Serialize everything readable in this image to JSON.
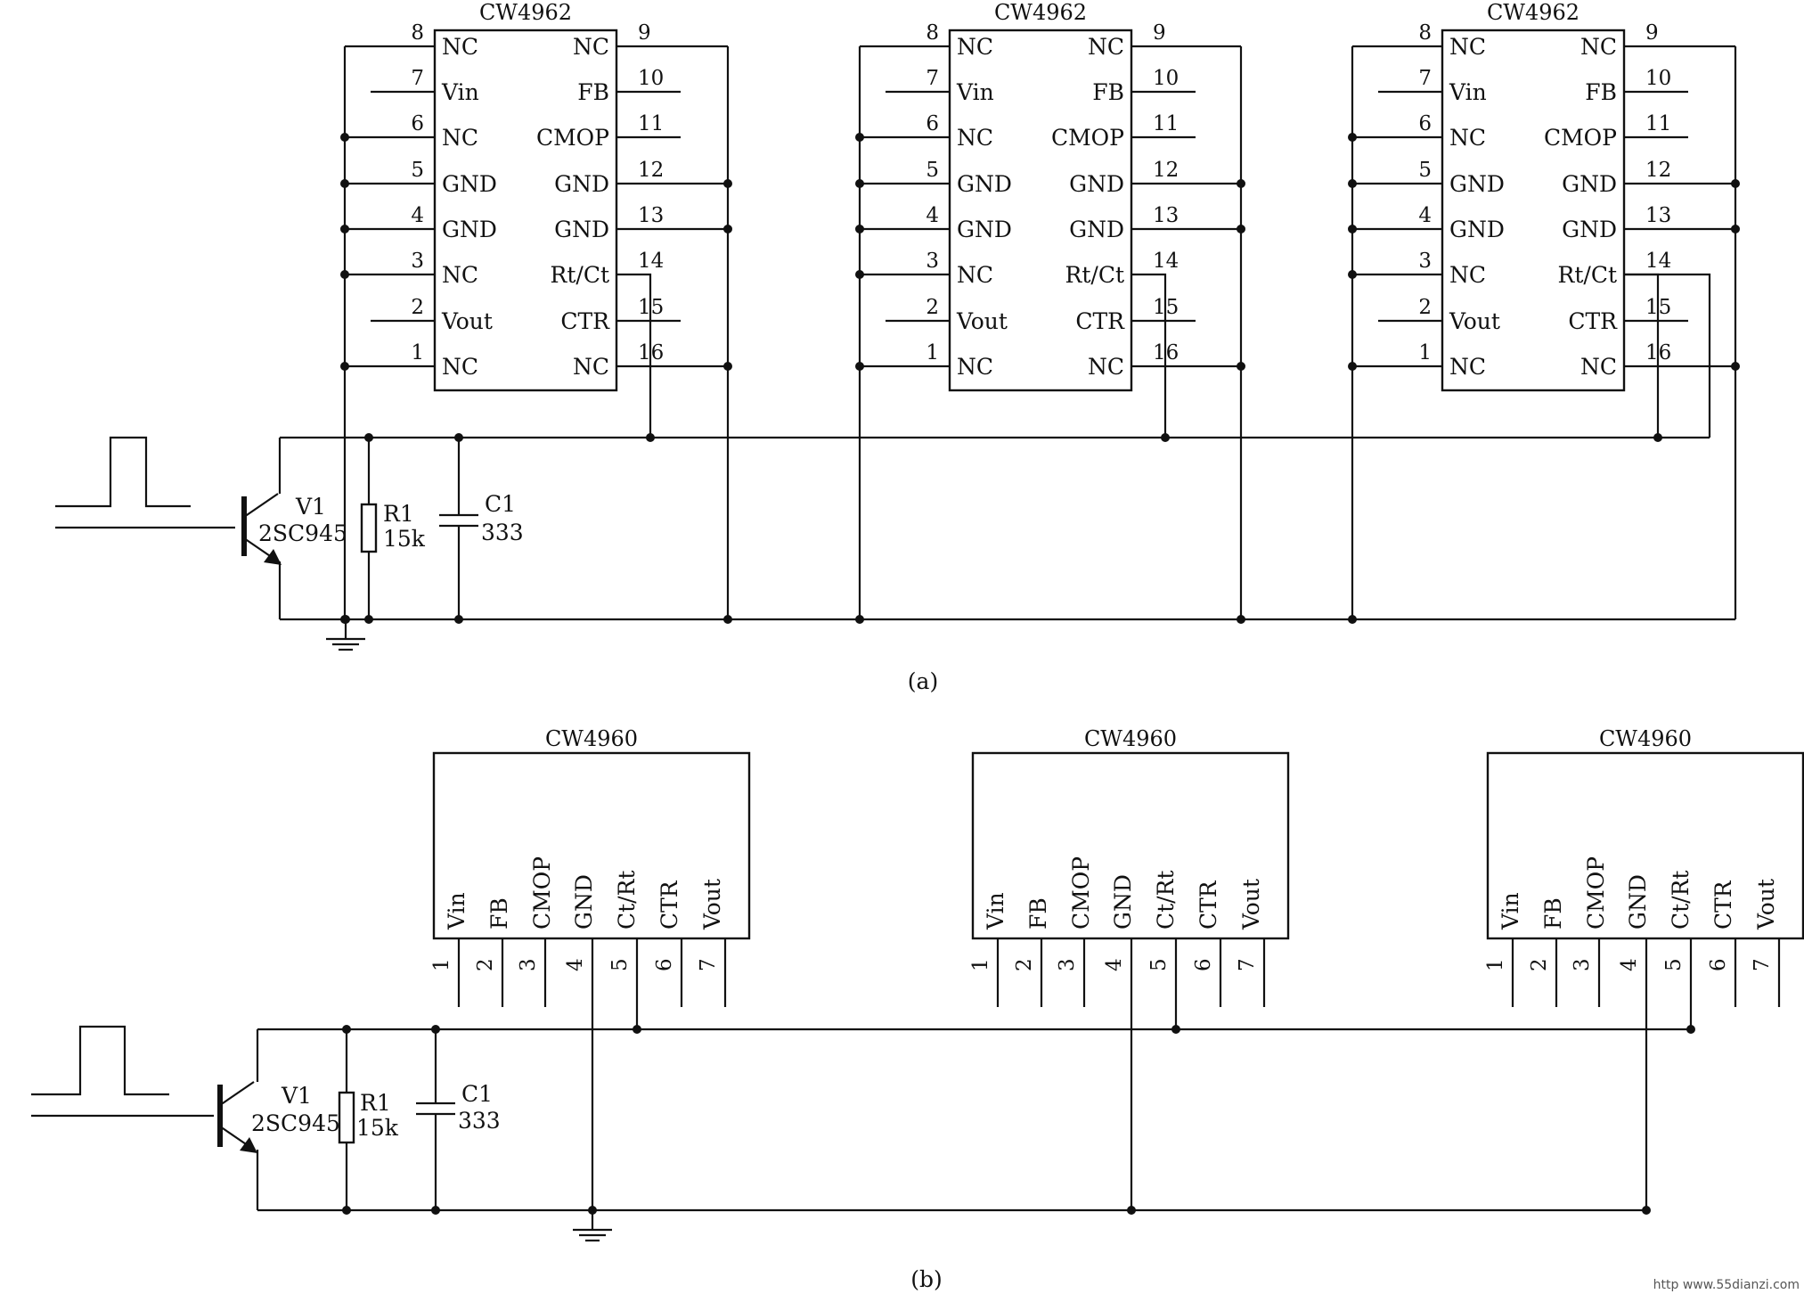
{
  "diagram_a": {
    "caption": "(a)",
    "chip_name": "CW4962",
    "left_pins": [
      {
        "num": "8",
        "name": "NC"
      },
      {
        "num": "7",
        "name": "Vin"
      },
      {
        "num": "6",
        "name": "NC"
      },
      {
        "num": "5",
        "name": "GND"
      },
      {
        "num": "4",
        "name": "GND"
      },
      {
        "num": "3",
        "name": "NC"
      },
      {
        "num": "2",
        "name": "Vout"
      },
      {
        "num": "1",
        "name": "NC"
      }
    ],
    "right_pins": [
      {
        "num": "9",
        "name": "NC"
      },
      {
        "num": "10",
        "name": "FB"
      },
      {
        "num": "11",
        "name": "CMOP"
      },
      {
        "num": "12",
        "name": "GND"
      },
      {
        "num": "13",
        "name": "GND"
      },
      {
        "num": "14",
        "name": "Rt/Ct"
      },
      {
        "num": "15",
        "name": "CTR"
      },
      {
        "num": "16",
        "name": "NC"
      }
    ],
    "transistor": {
      "name": "V1",
      "type": "2SC945"
    },
    "resistor": {
      "name": "R1",
      "value": "15k"
    },
    "capacitor": {
      "name": "C1",
      "value": "333"
    }
  },
  "diagram_b": {
    "caption": "(b)",
    "chip_name": "CW4960",
    "pins": [
      {
        "num": "1",
        "name": "Vin"
      },
      {
        "num": "2",
        "name": "FB"
      },
      {
        "num": "3",
        "name": "CMOP"
      },
      {
        "num": "4",
        "name": "GND"
      },
      {
        "num": "5",
        "name": "Ct/Rt"
      },
      {
        "num": "6",
        "name": "CTR"
      },
      {
        "num": "7",
        "name": "Vout"
      }
    ],
    "transistor": {
      "name": "V1",
      "type": "2SC945"
    },
    "resistor": {
      "name": "R1",
      "value": "15k"
    },
    "capacitor": {
      "name": "C1",
      "value": "333"
    }
  },
  "watermark": "http www.55dianzi.com"
}
